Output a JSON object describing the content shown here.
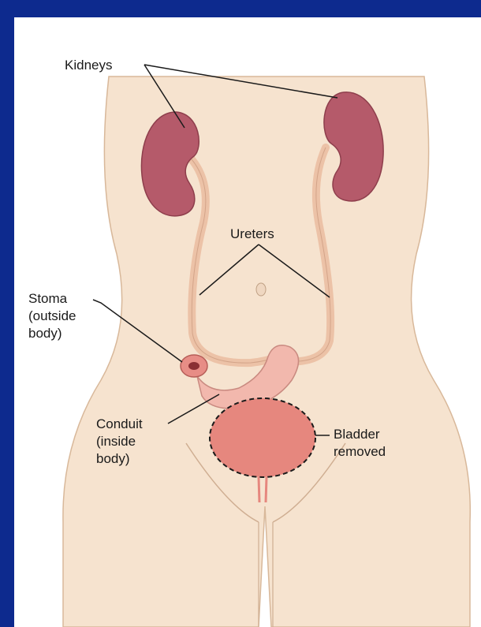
{
  "colors": {
    "background": "#0d2a8e",
    "panel": "#ffffff",
    "skin": "#f6e3cf",
    "skin_outline": "#d8b89a",
    "kidney": "#b55a6a",
    "ureter": "#ecc2a7",
    "conduit": "#f2b8ad",
    "bladder": "#e6877e"
  },
  "labels": {
    "kidneys": "Kidneys",
    "ureters": "Ureters",
    "stoma": [
      "Stoma",
      "(outside",
      "body)"
    ],
    "conduit": [
      "Conduit",
      "(inside",
      "body)"
    ],
    "bladder": [
      "Bladder",
      "removed"
    ]
  }
}
